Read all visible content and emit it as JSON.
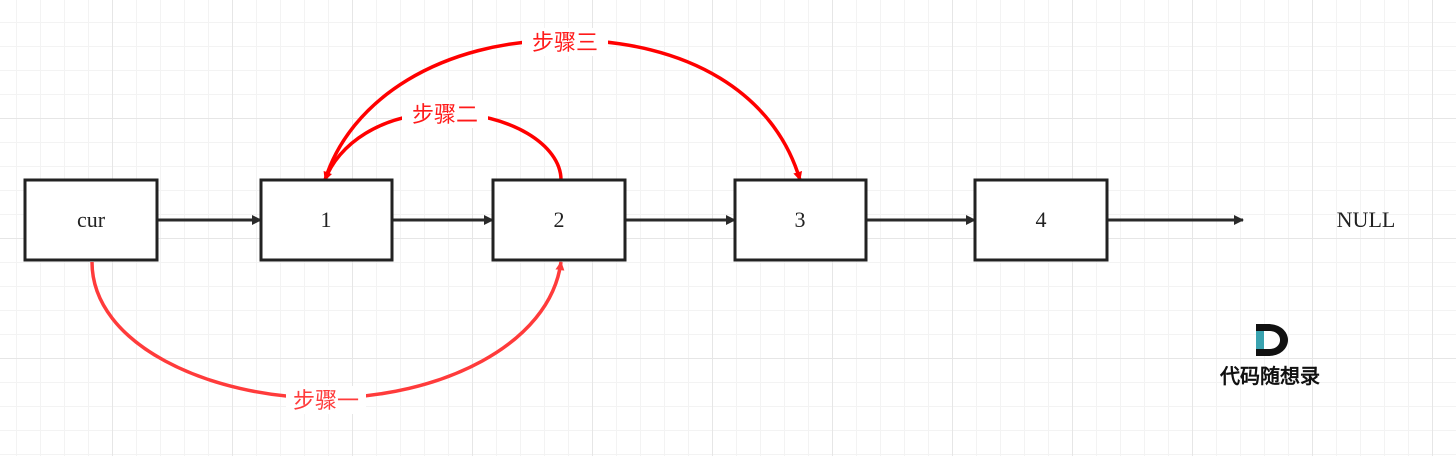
{
  "diagram": {
    "nodes": [
      {
        "id": "cur",
        "label": "cur"
      },
      {
        "id": "n1",
        "label": "1"
      },
      {
        "id": "n2",
        "label": "2"
      },
      {
        "id": "n3",
        "label": "3"
      },
      {
        "id": "n4",
        "label": "4"
      }
    ],
    "null_label": "NULL",
    "next_edges": [
      {
        "from": "cur",
        "to": "n1"
      },
      {
        "from": "n1",
        "to": "n2"
      },
      {
        "from": "n2",
        "to": "n3"
      },
      {
        "from": "n3",
        "to": "n4"
      },
      {
        "from": "n4",
        "to": "NULL"
      }
    ],
    "steps": [
      {
        "id": "step1",
        "label": "步骤一",
        "from": "cur",
        "to": "n2"
      },
      {
        "id": "step2",
        "label": "步骤二",
        "from": "n2",
        "to": "n1"
      },
      {
        "id": "step3",
        "label": "步骤三",
        "from": "n1",
        "to": "n3"
      }
    ],
    "colors": {
      "node_border": "#222222",
      "edge": "#2a2a2a",
      "step_stroke_light": "#ff3b3b",
      "step_stroke": "#ff0000",
      "step_label": "#ff1a1a",
      "logo_teal": "#3aa3b0"
    }
  },
  "watermark": {
    "logo_icon": "letter-d-logo",
    "text": "代码随想录"
  }
}
